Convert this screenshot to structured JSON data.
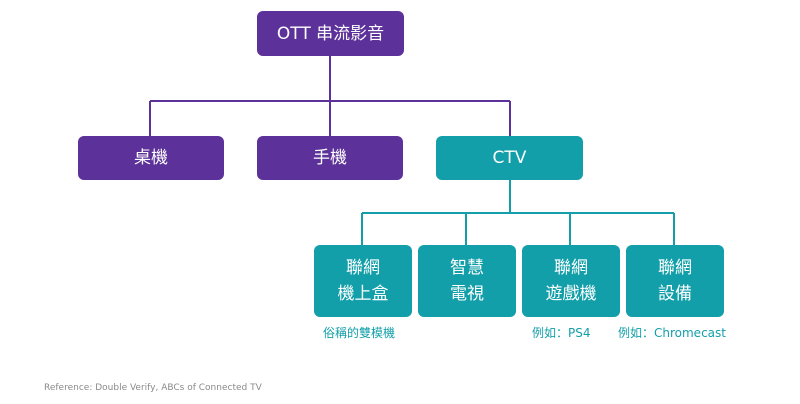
{
  "colors": {
    "purple": "#5c3199",
    "teal": "#139fa9",
    "purple_line": "#5c3199",
    "teal_line": "#139fa9",
    "note_text": "#139fa9",
    "reference_text": "#8a8a8a"
  },
  "nodes": {
    "root": {
      "label": "OTT 串流影音"
    },
    "desktop": {
      "label": "桌機"
    },
    "mobile": {
      "label": "手機"
    },
    "ctv": {
      "label": "CTV"
    },
    "settop": {
      "label": "聯網\n機上盒",
      "note": "俗稱的雙模機"
    },
    "smarttv": {
      "label": "智慧\n電視"
    },
    "console": {
      "label": "聯網\n遊戲機",
      "note": "例如：PS4"
    },
    "device": {
      "label": "聯網\n設備",
      "note": "例如：Chromecast"
    }
  },
  "reference": "Reference: Double Verify, ABCs of Connected TV"
}
